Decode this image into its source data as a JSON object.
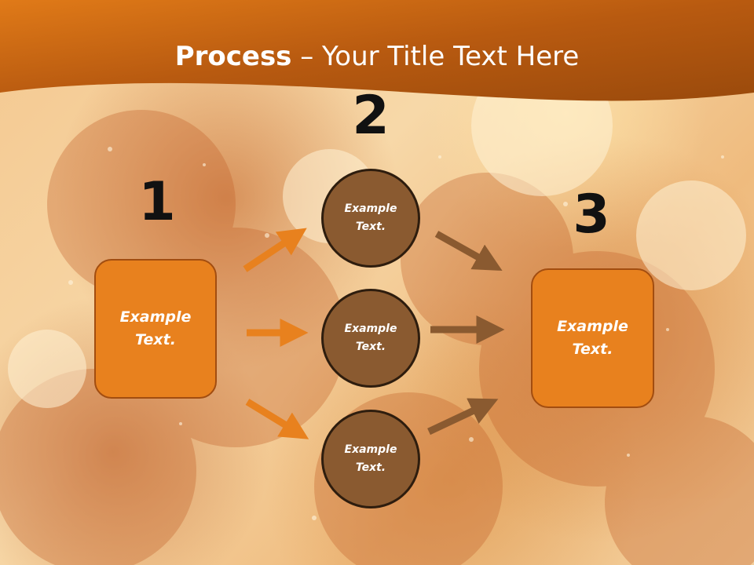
{
  "title": {
    "bold": "Process",
    "rest": " – Your Title Text Here"
  },
  "steps": [
    {
      "number": "1",
      "label_line1": "Example",
      "label_line2": "Text."
    },
    {
      "number": "2"
    },
    {
      "number": "3",
      "label_line1": "Example",
      "label_line2": "Text."
    }
  ],
  "circles": [
    {
      "label_line1": "Example",
      "label_line2": "Text."
    },
    {
      "label_line1": "Example",
      "label_line2": "Text."
    },
    {
      "label_line1": "Example",
      "label_line2": "Text."
    }
  ],
  "colors": {
    "header": "#b85a10",
    "box_fill": "#e8811e",
    "circle_fill": "#8a5a30",
    "left_arrows": "#e8811e",
    "right_arrows": "#8a5a30"
  }
}
